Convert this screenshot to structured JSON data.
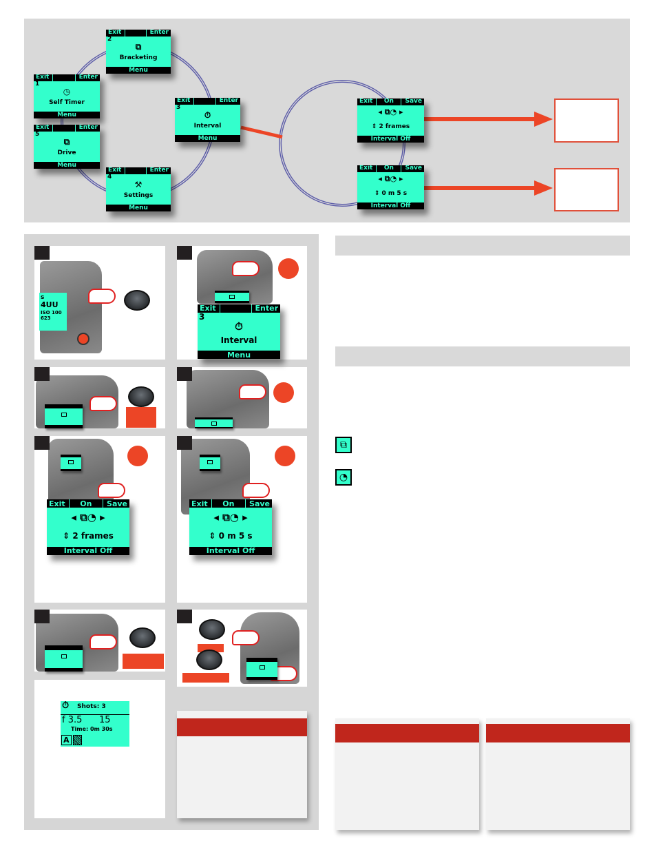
{
  "colors": {
    "lcd": "#33ffcc",
    "accent_red": "#ec4526",
    "note_header": "#c0261c",
    "panel_gray": "#d6d6d6"
  },
  "menu_screens": [
    {
      "id": "bracketing",
      "num": "2",
      "label": "Bracketing",
      "icon": "bracketing-icon",
      "left": "Exit",
      "right": "Enter",
      "bottom": "Menu"
    },
    {
      "id": "self-timer",
      "num": "1",
      "label": "Self Timer",
      "icon": "self-timer-icon",
      "left": "Exit",
      "right": "Enter",
      "bottom": "Menu"
    },
    {
      "id": "drive",
      "num": "5",
      "label": "Drive",
      "icon": "drive-icon",
      "left": "Exit",
      "right": "Enter",
      "bottom": "Menu"
    },
    {
      "id": "settings",
      "num": "4",
      "label": "Settings",
      "icon": "settings-icon",
      "left": "Exit",
      "right": "Enter",
      "bottom": "Menu"
    },
    {
      "id": "interval",
      "num": "3",
      "label": "Interval",
      "icon": "interval-icon",
      "left": "Exit",
      "right": "Enter",
      "bottom": "Menu"
    }
  ],
  "interval_screens": [
    {
      "left": "Exit",
      "mid": "On",
      "right": "Save",
      "value": "2 frames",
      "bottom": "Interval Off"
    },
    {
      "left": "Exit",
      "mid": "On",
      "right": "Save",
      "value": "0 m 5 s",
      "bottom": "Interval Off"
    }
  ],
  "camera_display": {
    "mode": "s",
    "iso": "ISO 100",
    "shutter": "4UU",
    "count": "623"
  },
  "status_display": {
    "shots": "Shots: 3",
    "aperture": "f 3.5",
    "shutter": "15",
    "time": "Time: 0m 30s",
    "mode": "A"
  }
}
